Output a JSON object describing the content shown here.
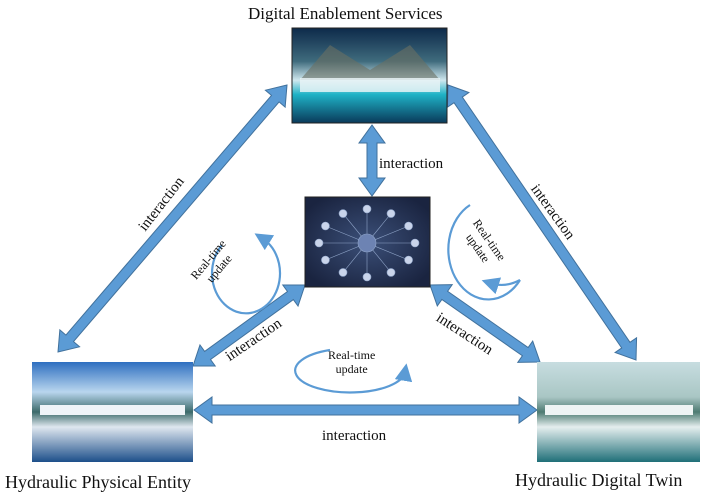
{
  "nodes": {
    "digital_services": {
      "title": "Digital Enablement Services"
    },
    "physical_entity": {
      "title": "Hydraulic Physical Entity"
    },
    "digital_twin": {
      "title": "Hydraulic Digital Twin"
    }
  },
  "edges": {
    "top_center": "interaction",
    "top_left": "interaction",
    "top_right": "interaction",
    "center_left": "interaction",
    "center_right": "interaction",
    "bottom": "interaction"
  },
  "cycles": {
    "left": [
      "Real-time",
      "update"
    ],
    "right": [
      "Real-time",
      "update"
    ],
    "bottom": [
      "Real-time",
      "update"
    ]
  },
  "colors": {
    "arrow_fill": "#5b9bd5",
    "arrow_stroke": "#41719c"
  }
}
